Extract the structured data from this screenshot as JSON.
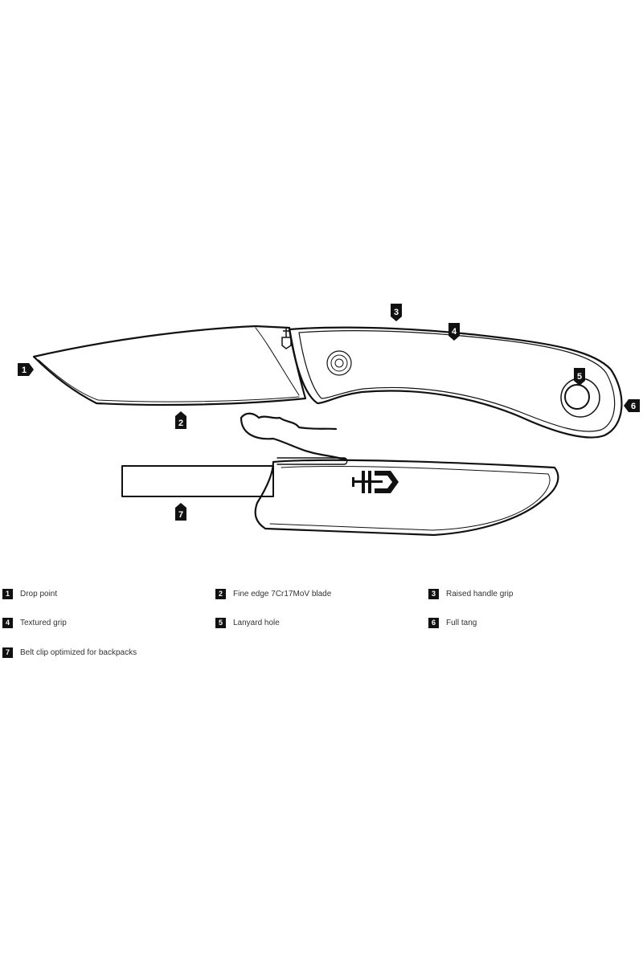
{
  "callouts": [
    {
      "num": "1",
      "label": "Drop point"
    },
    {
      "num": "2",
      "label": "Fine edge 7Cr17MoV blade"
    },
    {
      "num": "3",
      "label": "Raised handle grip"
    },
    {
      "num": "4",
      "label": "Textured grip"
    },
    {
      "num": "5",
      "label": "Lanyard hole"
    },
    {
      "num": "6",
      "label": "Full tang"
    },
    {
      "num": "7",
      "label": "Belt clip optimized for backpacks"
    }
  ]
}
